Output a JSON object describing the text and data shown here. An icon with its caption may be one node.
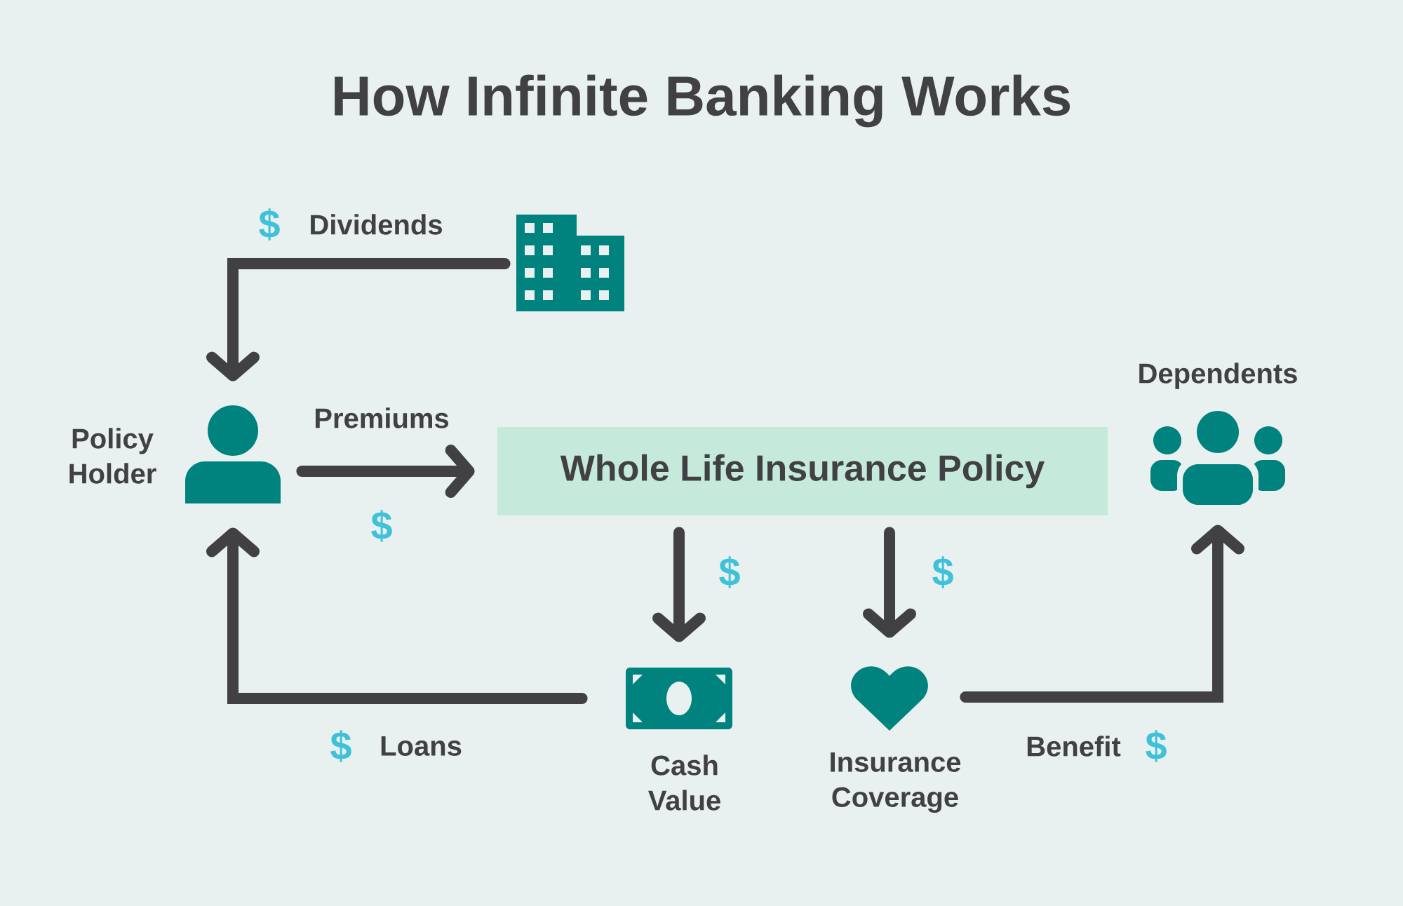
{
  "diagram": {
    "title": "How Infinite Banking Works",
    "nodes": [
      {
        "text": [],
        "shape": "building"
      },
      {
        "text": [
          "Policy Holder"
        ]
      },
      {
        "text": [
          "Whole Life Insurance Policy"
        ]
      },
      {
        "text": [
          "Dependents"
        ]
      },
      {
        "text": [
          "Cash Value"
        ]
      },
      {
        "text": [
          "Insurance Coverage"
        ]
      }
    ],
    "edges": [
      {
        "from": 0,
        "to": 1,
        "arrow": "to",
        "label": "Dividends"
      },
      {
        "from": 1,
        "to": 2,
        "arrow": "to",
        "label": "Premiums"
      },
      {
        "from": 2,
        "to": 4,
        "arrow": "to"
      },
      {
        "from": 2,
        "to": 5,
        "arrow": "to"
      },
      {
        "from": 4,
        "to": 1,
        "arrow": "to",
        "label": "Loans"
      },
      {
        "from": 5,
        "to": 3,
        "arrow": "to",
        "label": "Benefit"
      }
    ],
    "labels": [
      "$",
      "$",
      "$",
      "$",
      "$",
      "$"
    ]
  }
}
